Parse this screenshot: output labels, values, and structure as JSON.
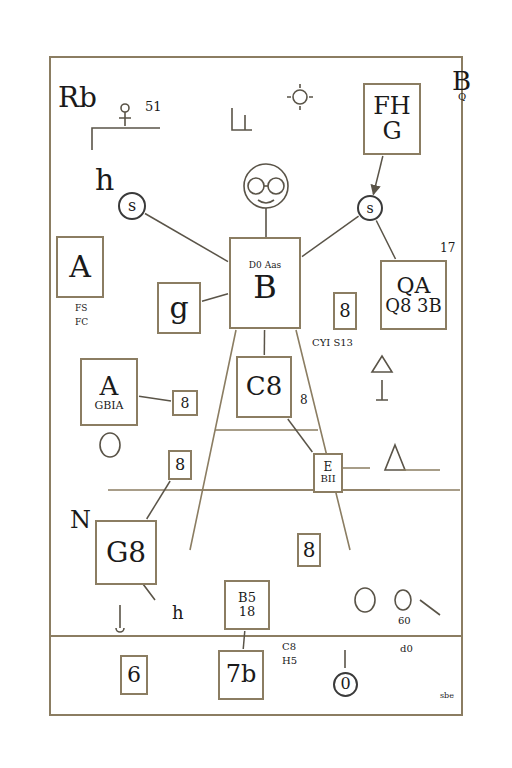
{
  "diagram": {
    "nodes": [
      {
        "text": [
          "FH",
          "G"
        ]
      },
      {
        "text": [
          "A"
        ]
      },
      {
        "text": [
          "D0 Aas",
          "B"
        ]
      },
      {
        "text": [
          "s"
        ]
      },
      {
        "text": [
          "s"
        ]
      },
      {
        "text": [
          "g"
        ]
      },
      {
        "text": [
          "QA",
          "Q8 3B"
        ]
      },
      {
        "text": [
          "8"
        ]
      },
      {
        "text": [
          "A",
          "GBIA"
        ]
      },
      {
        "text": [
          "8"
        ]
      },
      {
        "text": [
          "C8"
        ]
      },
      {
        "text": [
          "E",
          "BII"
        ]
      },
      {
        "text": [
          "G8"
        ]
      },
      {
        "text": [
          "B5",
          "18"
        ]
      },
      {
        "text": [
          "8"
        ]
      },
      {
        "text": [
          "7b"
        ]
      },
      {
        "text": [
          "6"
        ]
      },
      {
        "text": [
          "0"
        ]
      },
      {
        "text": [
          "8"
        ]
      }
    ],
    "edges": [
      {
        "from": 2,
        "to": 3,
        "arrow": "none"
      },
      {
        "from": 2,
        "to": 4,
        "arrow": "none"
      },
      {
        "from": 2,
        "to": 5,
        "arrow": "none"
      },
      {
        "from": 4,
        "to": 6,
        "arrow": "none"
      },
      {
        "from": 9,
        "to": 8,
        "arrow": "none"
      },
      {
        "from": 2,
        "to": 10,
        "arrow": "none"
      },
      {
        "from": 10,
        "to": 11,
        "arrow": "none"
      },
      {
        "from": 0,
        "to": 4,
        "arrow": "to"
      },
      {
        "from": 18,
        "to": 12,
        "arrow": "none"
      },
      {
        "from": 13,
        "to": 15,
        "arrow": "none"
      }
    ],
    "labels": [
      "Rb",
      "51",
      "B",
      "h",
      "17",
      "CYI S13",
      "FS",
      "FC",
      "N",
      "h",
      "C8",
      "H5",
      "d0",
      "60",
      "sbe",
      "Q",
      "8"
    ]
  }
}
